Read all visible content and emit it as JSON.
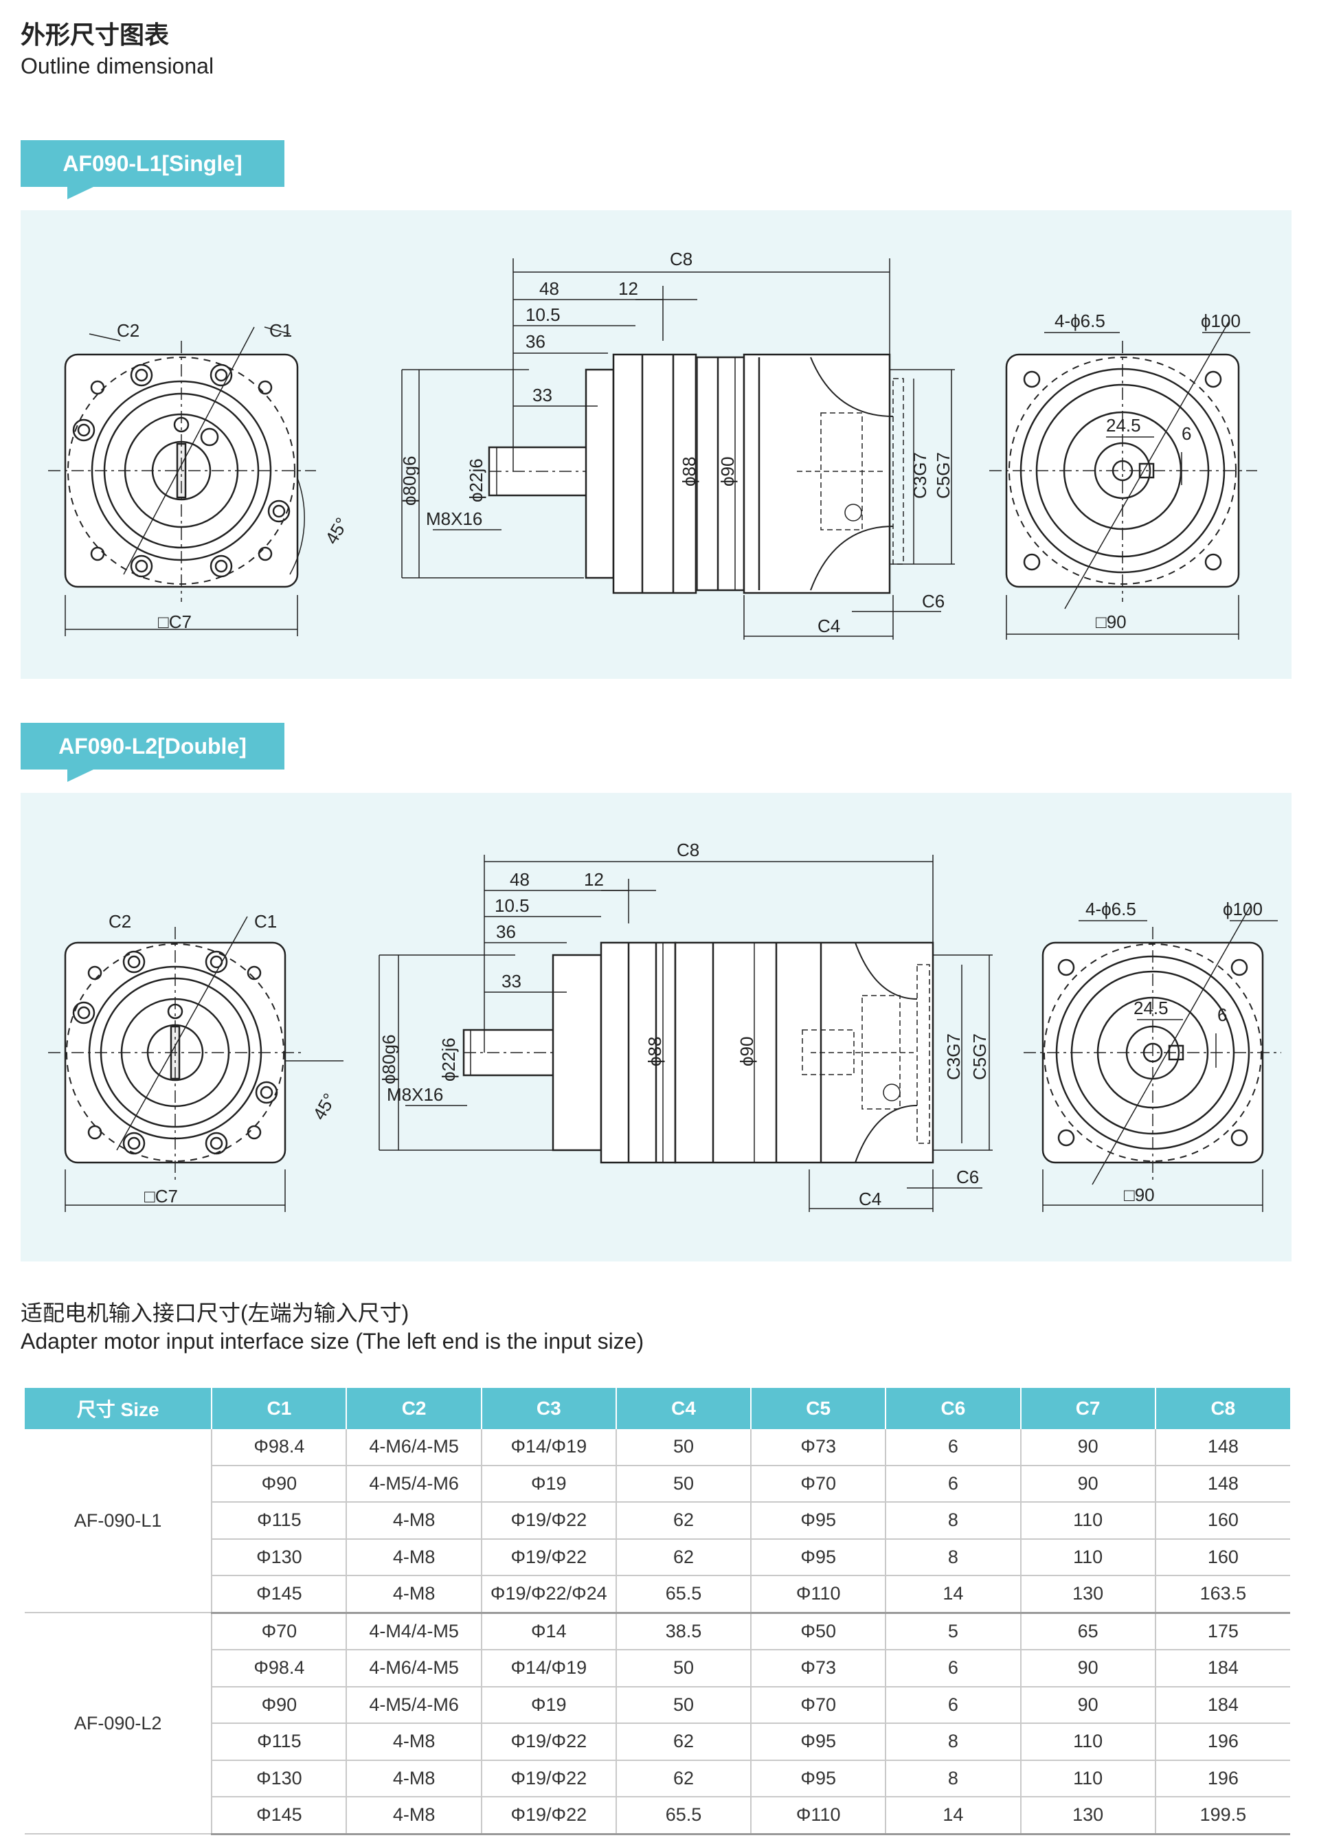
{
  "header": {
    "title_cn": "外形尺寸图表",
    "title_en": "Outline dimensional"
  },
  "single": {
    "tag": "AF090-L1[Single]",
    "labels": {
      "c8": "C8",
      "d48": "48",
      "d12": "12",
      "d105": "10.5",
      "d36": "36",
      "d33": "33",
      "c2": "C2",
      "c1": "C1",
      "c7": "□C7",
      "deg45": "45°",
      "d80": "ϕ80g6",
      "d22": "ϕ22j6",
      "m8": "M8X16",
      "d88": "ϕ88",
      "d90": "ϕ90",
      "c3": "C3G7",
      "c5": "C5G7",
      "c6": "C6",
      "c4": "C4",
      "holes": "4-ϕ6.5",
      "d100": "ϕ100",
      "d245": "24.5",
      "d6": "6",
      "sq90": "□90"
    }
  },
  "double": {
    "tag": "AF090-L2[Double]",
    "labels": {
      "c8": "C8",
      "d48": "48",
      "d12": "12",
      "d105": "10.5",
      "d36": "36",
      "d33": "33",
      "c2": "C2",
      "c1": "C1",
      "c7": "□C7",
      "deg45": "45°",
      "d80": "ϕ80g6",
      "d22": "ϕ22j6",
      "m8": "M8X16",
      "d88": "ϕ88",
      "d90": "ϕ90",
      "c3": "C3G7",
      "c5": "C5G7",
      "c6": "C6",
      "c4": "C4",
      "holes": "4-ϕ6.5",
      "d100": "ϕ100",
      "d245": "24.5",
      "d6": "6",
      "sq90": "□90"
    }
  },
  "section": {
    "title_cn": "适配电机输入接口尺寸(左端为输入尺寸)",
    "title_en": "Adapter motor input interface size (The left end is the input size)"
  },
  "table": {
    "columns": [
      "尺寸 Size",
      "C1",
      "C2",
      "C3",
      "C4",
      "C5",
      "C6",
      "C7",
      "C8"
    ],
    "groups": [
      {
        "model": "AF-090-L1",
        "rows": [
          [
            "Φ98.4",
            "4-M6/4-M5",
            "Φ14/Φ19",
            "50",
            "Φ73",
            "6",
            "90",
            "148"
          ],
          [
            "Φ90",
            "4-M5/4-M6",
            "Φ19",
            "50",
            "Φ70",
            "6",
            "90",
            "148"
          ],
          [
            "Φ115",
            "4-M8",
            "Φ19/Φ22",
            "62",
            "Φ95",
            "8",
            "110",
            "160"
          ],
          [
            "Φ130",
            "4-M8",
            "Φ19/Φ22",
            "62",
            "Φ95",
            "8",
            "110",
            "160"
          ],
          [
            "Φ145",
            "4-M8",
            "Φ19/Φ22/Φ24",
            "65.5",
            "Φ110",
            "14",
            "130",
            "163.5"
          ]
        ]
      },
      {
        "model": "AF-090-L2",
        "rows": [
          [
            "Φ70",
            "4-M4/4-M5",
            "Φ14",
            "38.5",
            "Φ50",
            "5",
            "65",
            "175"
          ],
          [
            "Φ98.4",
            "4-M6/4-M5",
            "Φ14/Φ19",
            "50",
            "Φ73",
            "6",
            "90",
            "184"
          ],
          [
            "Φ90",
            "4-M5/4-M6",
            "Φ19",
            "50",
            "Φ70",
            "6",
            "90",
            "184"
          ],
          [
            "Φ115",
            "4-M8",
            "Φ19/Φ22",
            "62",
            "Φ95",
            "8",
            "110",
            "196"
          ],
          [
            "Φ130",
            "4-M8",
            "Φ19/Φ22",
            "62",
            "Φ95",
            "8",
            "110",
            "196"
          ],
          [
            "Φ145",
            "4-M8",
            "Φ19/Φ22",
            "65.5",
            "Φ110",
            "14",
            "130",
            "199.5"
          ]
        ]
      }
    ]
  }
}
